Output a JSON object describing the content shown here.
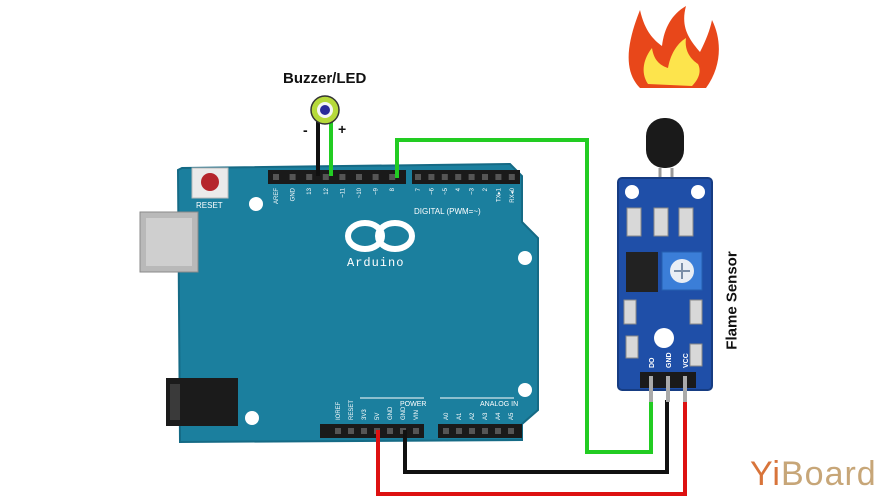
{
  "labels": {
    "buzzer": "Buzzer/LED",
    "minus": "-",
    "plus": "+",
    "flame_sensor": "Flame Sensor",
    "watermark_yi": "Yi",
    "watermark_board": "Board"
  },
  "board": {
    "brand": "Arduino",
    "reset": "RESET",
    "digital_header": "DIGITAL (PWM=~)",
    "digital_pins": [
      "AREF",
      "GND",
      "13",
      "12",
      "~11",
      "~10",
      "~9",
      "8",
      "7",
      "~6",
      "~5",
      "4",
      "~3",
      "2",
      "TX▸1",
      "RX◂0"
    ],
    "power_header": "POWER",
    "power_pins": [
      "IOREF",
      "RESET",
      "3V3",
      "5V",
      "GND",
      "GND",
      "VIN"
    ],
    "analog_header": "ANALOG IN",
    "analog_pins": [
      "A0",
      "A1",
      "A2",
      "A3",
      "A4",
      "A5"
    ]
  },
  "sensor": {
    "pins": [
      "DO",
      "GND",
      "VCC"
    ]
  },
  "colors": {
    "board": "#1b7f9e",
    "board_dark": "#156a85",
    "wire_green": "#22cc22",
    "wire_black": "#111111",
    "wire_red": "#dd1111",
    "sensor_pcb": "#1f4fa8",
    "flame_outer": "#e8471a",
    "flame_inner": "#fde44c"
  }
}
